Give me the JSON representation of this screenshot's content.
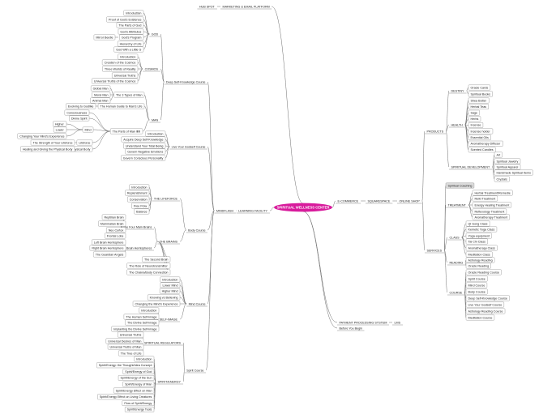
{
  "central": {
    "label": "SPIRITUAL WELLNESS CENTER",
    "color": "#d81b9c"
  },
  "colors": {
    "line": "#6e6e6e",
    "box_stroke": "#8a8a8a",
    "box_fill": "#ffffff",
    "highlight_fill": "#dddddd"
  },
  "top": {
    "hub": "HUB SPOT",
    "marketing": "MARKETING & EMAIL PLATFORM"
  },
  "learning": {
    "label": "LEARNING FACILITY",
    "mindflash": "MINDFLASH",
    "deep": {
      "label": "Deep Self-Knowledge Course",
      "god": {
        "label": "GOD",
        "items": [
          "Introduction",
          "Proof of God's Existence",
          "The Parts of God",
          "God's Attributes",
          "God's Program",
          "Hierarchy of Life",
          "God With a Little G"
        ],
        "sub": "Mirror Beetle"
      },
      "cosmos": {
        "label": "COSMOS",
        "items": [
          "Introduction",
          "Creation of the Cosmos",
          "Three Worlds of Reality",
          "Universal Truths",
          "Universal Truths of the Cosmos"
        ]
      },
      "man": {
        "label": "MAN",
        "types": "The 3 Types of Man",
        "types_items": [
          "Animal Man",
          "Moral Man",
          "Global Man"
        ],
        "evolving": "Evolving to Godlike",
        "evolving_to": "The Human Guide to Man's Life",
        "parts": "The Parts of Man ⅢⅢ",
        "parts_items": [
          "Consciousness",
          "Divine Spirit",
          "Higher",
          "Lower",
          "Mind",
          "Changing Your Mind's Experience",
          "The Strength of Your Lifeforce",
          "Lifeforce",
          "Healing and Giving the Physical Body",
          "Physical Body"
        ]
      }
    },
    "godself": {
      "label": "Live Your Godself Course",
      "items": [
        "Introduction",
        "Acquire Deep Self-Knowledge",
        "Understand Your Total Being",
        "Govern Negative Emotions",
        "Govern Conscious Personality"
      ]
    },
    "body": {
      "label": "Body Course",
      "lifeforce": {
        "label": "THE LIFEFORCE",
        "items": [
          "Introduction",
          "Replenishment",
          "Conservation",
          "Free Flow",
          "Balance"
        ]
      },
      "brains": {
        "label": "THE BRAINS",
        "four": "The Four Main Brains",
        "four_items": [
          "Reptilian Brain",
          "Mammalian Brain",
          "Neo Cortex",
          "Frontal Lobe"
        ],
        "hemi": "Brain Hemispheres",
        "hemi_items": [
          "Left Brain Hemisphere",
          "Right Brain Hemisphere",
          "The Guardian Angels"
        ],
        "extra": [
          "The Second Brain",
          "The Role of Neurotransmitter",
          "The Chakra/Body Connection"
        ]
      }
    },
    "mind": {
      "label": "Mind Course",
      "items": [
        "Introduction",
        "Lower Mind",
        "Higher Mind",
        "Knowing vs Believing",
        "Changing the Mind's Experience"
      ],
      "selfimage": {
        "label": "SELF-IMAGE",
        "items": [
          "Introduction",
          "The Human Self-Image",
          "The Divine Self-Image",
          "Implanting the Divine Self-Image"
        ]
      }
    },
    "spirit": {
      "label": "Spirit Course",
      "regulators": {
        "label": "SPIRITUAL REGULATORS",
        "items": [
          "Universal Truths",
          "Universal Desires of Man",
          "Universal Truths of Man",
          "The Tree of Life"
        ]
      },
      "energy": {
        "label": "SPIRIT/ENERGY",
        "items": [
          "Introduction",
          "Spirit/Energy: the Thought/Idea Concept",
          "Spirit/Energy of God",
          "Spirit/Energy of the Sun",
          "Spirit/Energy of Man",
          "Spirit/Energy Effect on Man",
          "Spirit/Energy Effect on Living Creatures",
          "Flow of Spirit/Energy",
          "Spirit/Energy Tools"
        ]
      }
    }
  },
  "ecommerce": {
    "label": "E-COMMERCE",
    "squarespace": "SQUARESPACE",
    "shop": "ONLINE SHOP",
    "products": {
      "label": "PRODUCTS",
      "destiny": {
        "label": "DESTINY",
        "items": [
          "Oracle Cards",
          "Spiritual Books"
        ]
      },
      "health": {
        "label": "HEALTH",
        "items": [
          "Shea Butter",
          "Herbal Teas",
          "Sage",
          "Herbs",
          "Incense",
          "Incense holder",
          "Essential Oils",
          "Aromatherapy Diffuser",
          "Scented Candles"
        ]
      },
      "development": {
        "label": "SPIRITUAL DEVELOPMENT",
        "items": [
          "Art",
          "Spiritual Jewelry",
          "Spiritual Apparel",
          "Handmade Spiritual Items",
          "Crystals"
        ]
      }
    },
    "services": {
      "label": "SERVICES",
      "coaching": "Spiritual Coaching",
      "treatment": {
        "label": "TREATMENT",
        "items": [
          "Herbal Treatment/Remedie",
          "Reiki Treatment",
          "Energy Healing Treatment",
          "Reflexology Treatment",
          "Aromatherapy Treatment"
        ]
      },
      "class": {
        "label": "CLASS",
        "items": [
          "Qi Gong Class",
          "Kemetic Yoga Class",
          "Yoga equipment",
          "Tai Chi Class",
          "Aromatherapy Class",
          "Meditation Class"
        ]
      },
      "reading": {
        "label": "READING",
        "items": [
          "Astrology Reading",
          "Oracle Reading"
        ]
      },
      "course": {
        "label": "COURSE",
        "items": [
          "Oracle Reading Course",
          "Spirit Course",
          "Mind Course",
          "Body Course",
          "Deep Self-Knowledge Course",
          "Live Your Godself Course",
          "Astrology Reading Course",
          "Meditation Course"
        ]
      }
    }
  },
  "payment": {
    "label": "PAYMENT PROCESSING SYSTEM",
    "tag": "LMS",
    "before": "Before You Begin"
  }
}
